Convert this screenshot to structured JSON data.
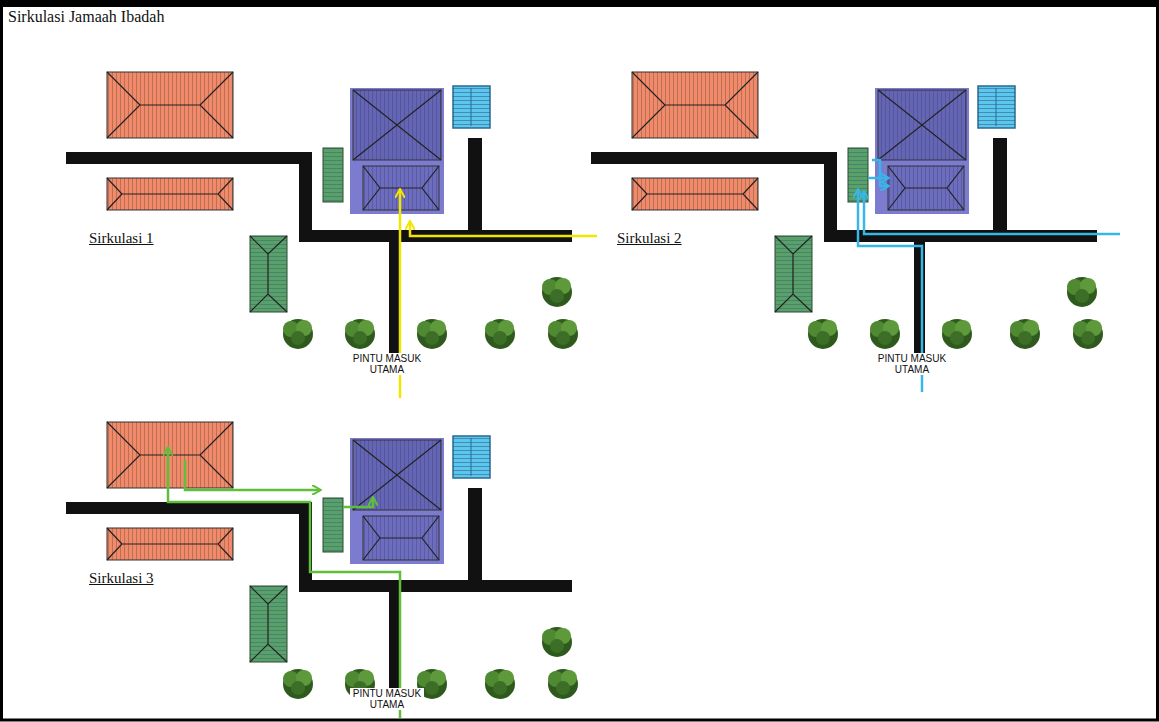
{
  "diagram": {
    "title": "Sirkulasi Jamaah Ibadah",
    "labels": [
      "Sirkulasi 1",
      "PINTU MASUK UTAMA",
      "Sirkulasi 2",
      "PINTU MASUK UTAMA",
      "Sirkulasi 3",
      "PINTU MASUK UTAMA"
    ]
  }
}
